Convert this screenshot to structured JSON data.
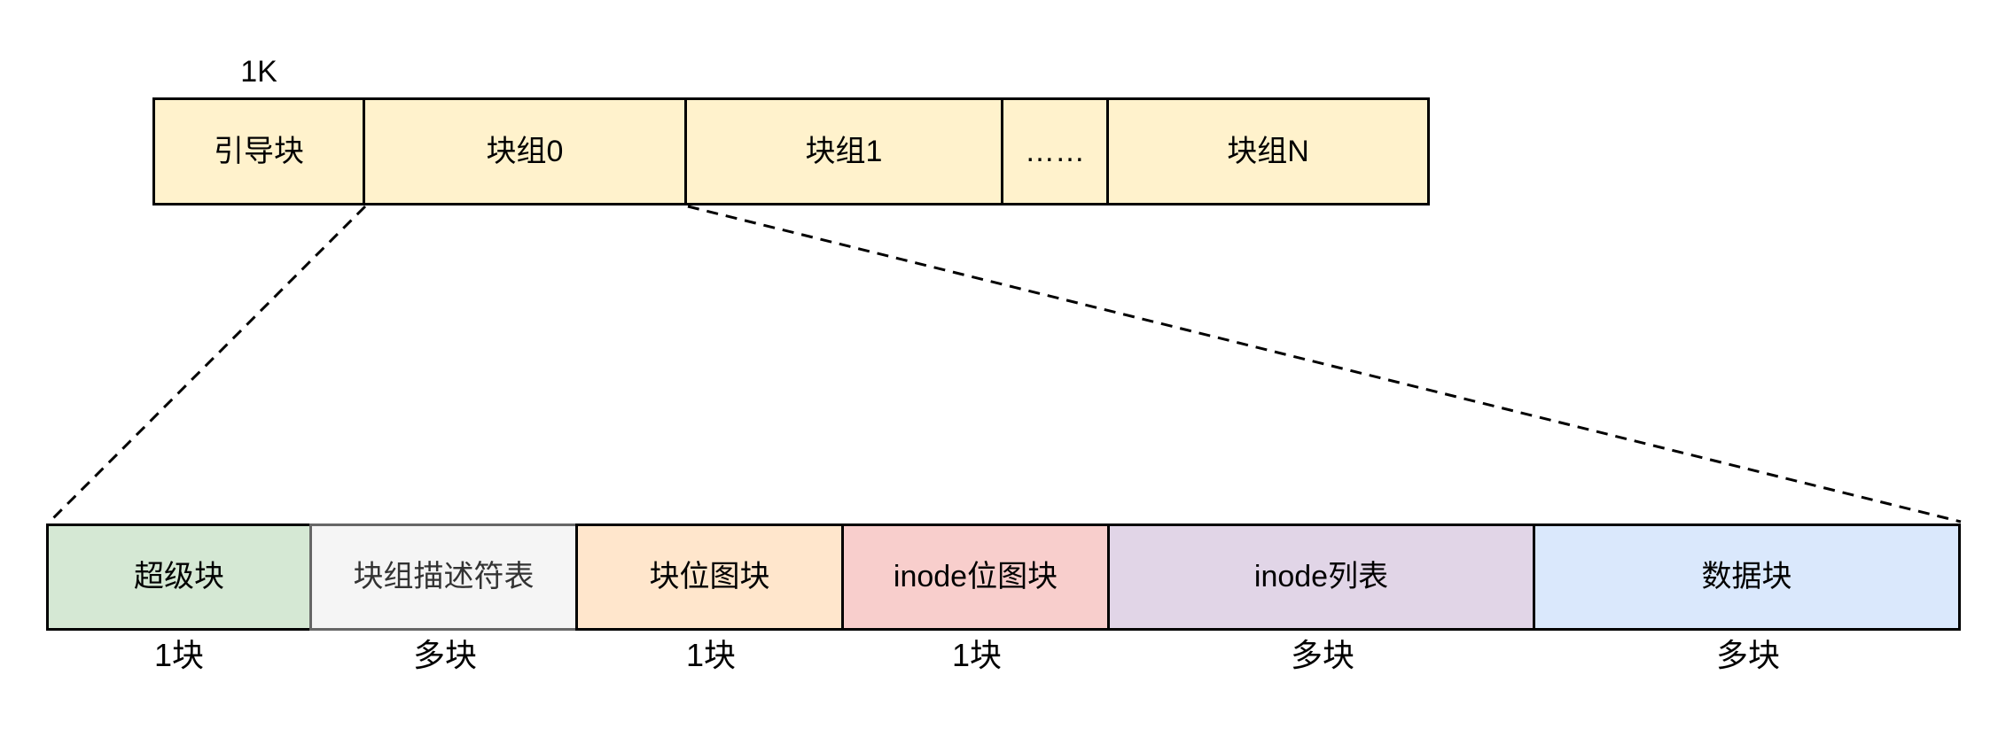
{
  "diagram": {
    "size_label": "1K",
    "disk_row": [
      {
        "label": "引导块"
      },
      {
        "label": "块组0"
      },
      {
        "label": "块组1"
      },
      {
        "label": "……"
      },
      {
        "label": "块组N"
      }
    ],
    "group_row": [
      {
        "label": "超级块",
        "count": "1块",
        "fill": "#d5e8d4",
        "border": "#000000",
        "text_color": "#000000"
      },
      {
        "label": "块组描述符表",
        "count": "多块",
        "fill": "#f5f5f5",
        "border": "#666666",
        "text_color": "#333333"
      },
      {
        "label": "块位图块",
        "count": "1块",
        "fill": "#ffe6cc",
        "border": "#000000",
        "text_color": "#000000"
      },
      {
        "label": "inode位图块",
        "count": "1块",
        "fill": "#f8cecc",
        "border": "#000000",
        "text_color": "#000000"
      },
      {
        "label": "inode列表",
        "count": "多块",
        "fill": "#e1d5e7",
        "border": "#000000",
        "text_color": "#000000"
      },
      {
        "label": "数据块",
        "count": "多块",
        "fill": "#dae8fc",
        "border": "#000000",
        "text_color": "#000000"
      }
    ],
    "colors": {
      "disk_fill": "#fff2cc",
      "disk_border": "#000000",
      "connector_line": "#000000",
      "background": "#ffffff"
    }
  }
}
